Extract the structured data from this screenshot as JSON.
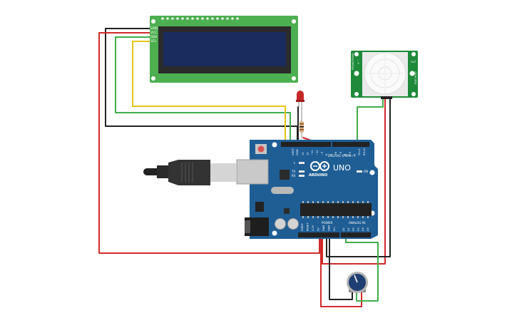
{
  "lcd": {
    "pin_labels": [
      "GND",
      "VCC",
      "SDA",
      "SCL"
    ]
  },
  "arduino": {
    "brand": "ARDUINO",
    "model": "UNO",
    "digital_header_label": "DIGITAL (PWM~)",
    "power_label": "POWER",
    "analog_label": "ANALOG IN",
    "on_label": "ON",
    "l_label": "L",
    "tx_label": "TX",
    "rx_label": "RX",
    "aref_label": "AREF",
    "gnd_label": "GND",
    "digital_pins": [
      "13",
      "12",
      "~11",
      "~10",
      "~9",
      "8",
      "7",
      "~6",
      "~5",
      "4",
      "~3",
      "2",
      "TX>1",
      "RX<0"
    ],
    "power_pins": [
      "IOREF",
      "RESET",
      "3.3V",
      "5V",
      "GND",
      "GND",
      "Vin"
    ],
    "analog_pins": [
      "A0",
      "A1",
      "A2",
      "A3",
      "A4",
      "A5"
    ]
  },
  "pir": {
    "left_label": "PIR(MOTION)",
    "right_label": "ESE-HC87",
    "pin_labels": [
      "+",
      "OUT",
      "-"
    ]
  },
  "colors": {
    "board": "#1f5e95",
    "lcd_pcb": "#4caf50",
    "lcd_screen": "#1a2c5e",
    "wire_red": "#d12a2a",
    "wire_black": "#222222",
    "wire_green": "#3fae49",
    "wire_yellow": "#e6c419",
    "led": "#c62828"
  }
}
